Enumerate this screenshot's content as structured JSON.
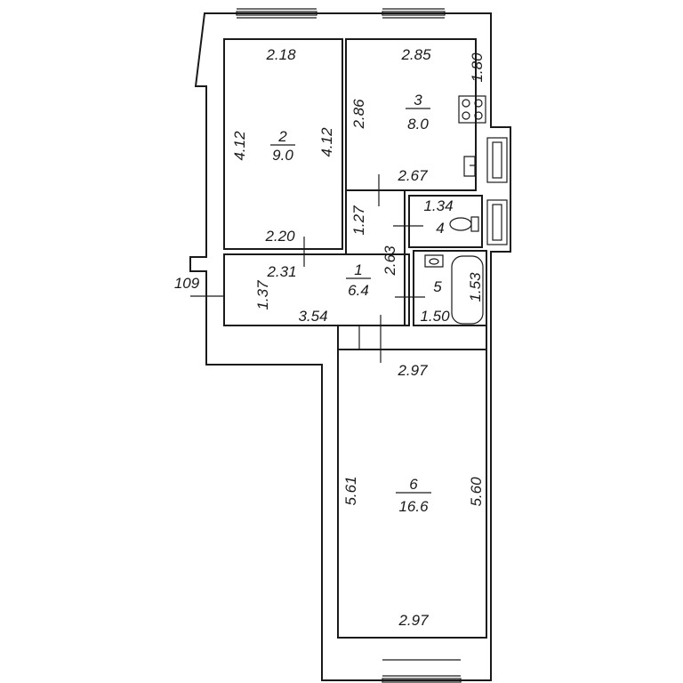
{
  "rooms": [
    {
      "number": "1",
      "area": "6.4"
    },
    {
      "number": "2",
      "area": "9.0"
    },
    {
      "number": "3",
      "area": "8.0"
    },
    {
      "number": "4"
    },
    {
      "number": "5"
    },
    {
      "number": "6",
      "area": "16.6"
    }
  ],
  "dimensions": {
    "r2_top": "2.18",
    "r2_left": "4.12",
    "r2_right": "4.12",
    "r2_bottom": "2.20",
    "r3_top": "2.85",
    "r3_right": "1.80",
    "r3_left": "2.86",
    "r3_bottom": "2.67",
    "r4_top": "1.34",
    "r4_side": "1.27",
    "hall_top": "2.31",
    "hall_side": "2.63",
    "hall_left": "1.37",
    "hall_bottom": "3.54",
    "exterior": "109",
    "r5_bath": "1.53",
    "r5_bottom": "1.50",
    "r6_top": "2.97",
    "r6_left": "5.61",
    "r6_right": "5.60",
    "r6_bottom": "2.97"
  }
}
